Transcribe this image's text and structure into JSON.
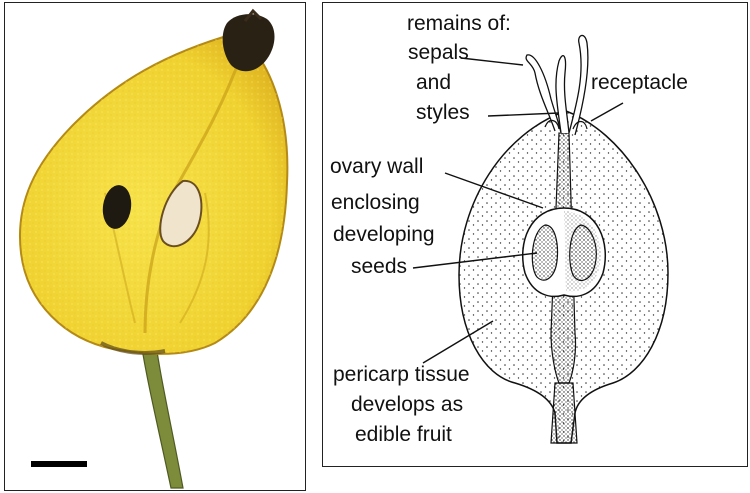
{
  "labels": {
    "remains_of": "remains of:",
    "sepals": "sepals",
    "and": "and",
    "styles": "styles",
    "receptacle": "receptacle",
    "ovary_wall_1": "ovary wall",
    "ovary_wall_2": "enclosing",
    "ovary_wall_3": "developing",
    "ovary_wall_4": "seeds",
    "pericarp_1": "pericarp tissue",
    "pericarp_2": "develops as",
    "pericarp_3": "edible fruit"
  },
  "colors": {
    "fruit_flesh": "#f2d630",
    "fruit_skin": "#e3b61c",
    "stalk": "#7f8f3a",
    "seed": "#f1e6cf",
    "line": "#111111"
  }
}
